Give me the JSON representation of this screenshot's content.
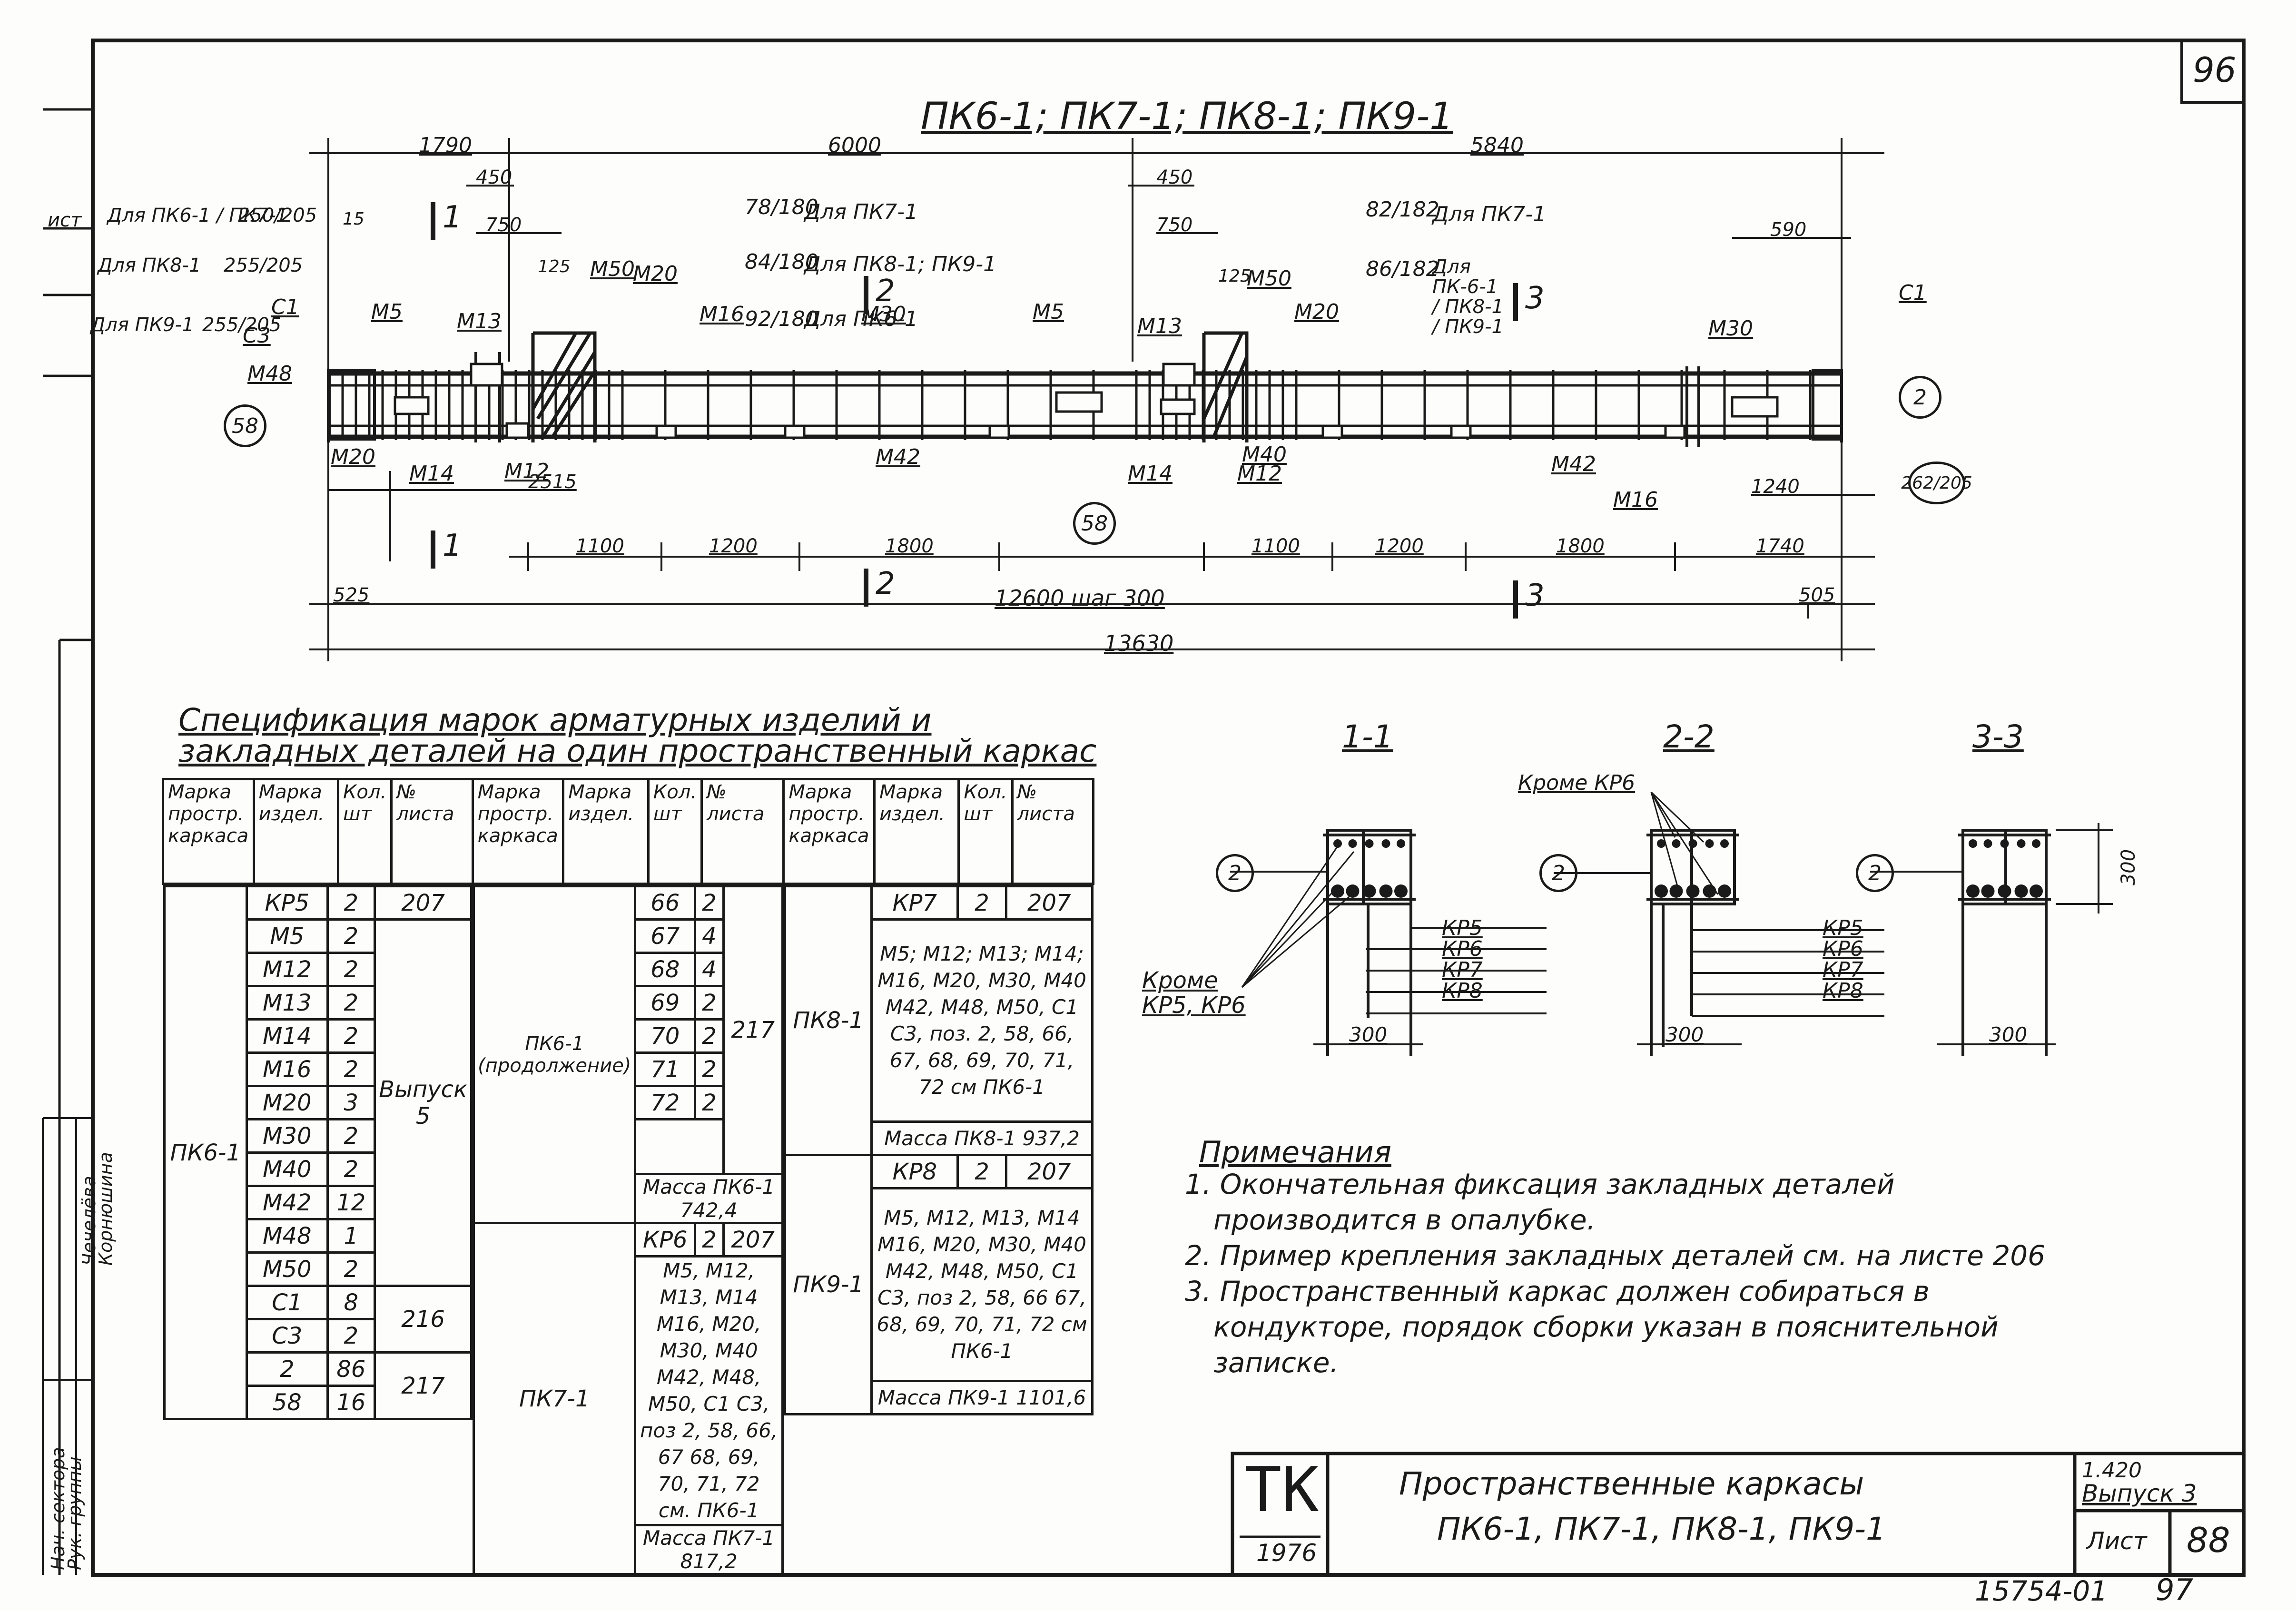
{
  "sheet": {
    "corner_number": "96",
    "drawing_title": "ПК6-1; ПК7-1; ПК8-1; ПК9-1",
    "doc_number": "15754-01",
    "page_number_bottom": "97"
  },
  "elevation": {
    "dim_top": [
      "1790",
      "6000",
      "5840"
    ],
    "dim_small": [
      "450",
      "750",
      "450",
      "750",
      "590",
      "15",
      "125",
      "125"
    ],
    "dim_bottom_left": [
      "2515",
      "1100",
      "1200",
      "1800"
    ],
    "dim_bottom_right": [
      "1240",
      "1100",
      "1200",
      "1800",
      "1740"
    ],
    "dim_overall": [
      "525",
      "12600 шаг 300",
      "505"
    ],
    "dim_total": "13630",
    "callouts_left": [
      {
        "text": "Для ПК6-1 / ПК7-1",
        "value": "250/205"
      },
      {
        "text": "Для ПК8-1",
        "value": "255/205"
      },
      {
        "text": "Для ПК9-1",
        "value": "255/205"
      }
    ],
    "callouts_mid": [
      {
        "value": "78/180",
        "text": "Для ПК7-1"
      },
      {
        "value": "84/180",
        "text": "Для ПК8-1; ПК9-1"
      },
      {
        "value": "92/180",
        "text": "Для ПК6-1"
      }
    ],
    "callouts_right": [
      {
        "value": "82/182",
        "text": "Для ПК7-1"
      },
      {
        "value": "86/182",
        "text": "Для ПК-6-1 / ПК8-1 / ПК9-1"
      }
    ],
    "mark_labels": [
      "М5",
      "М13",
      "М50",
      "М20",
      "М16",
      "М30",
      "М5",
      "М13",
      "М50",
      "М20",
      "М30",
      "С1",
      "С1",
      "С3",
      "М48",
      "М20",
      "М14",
      "М12",
      "М42",
      "М14",
      "М12",
      "М40",
      "М42",
      "М16"
    ],
    "circle_marks": [
      "58",
      "58",
      "2",
      "262/205"
    ],
    "section_marks": [
      "1",
      "1",
      "2",
      "2",
      "3",
      "3"
    ]
  },
  "spec": {
    "title_line1": "Спецификация марок арматурных изделий и",
    "title_line2": "закладных деталей на один пространственный каркас",
    "headers": [
      "Марка простр. каркаса",
      "Марка издел.",
      "Кол. шт",
      "№ листа"
    ],
    "col1": {
      "frame": "ПК6-1",
      "rows": [
        [
          "КР5",
          "2",
          "207"
        ],
        [
          "М5",
          "2",
          ""
        ],
        [
          "М12",
          "2",
          ""
        ],
        [
          "М13",
          "2",
          ""
        ],
        [
          "М14",
          "2",
          ""
        ],
        [
          "М16",
          "2",
          "Выпуск 5"
        ],
        [
          "М20",
          "3",
          ""
        ],
        [
          "М30",
          "2",
          ""
        ],
        [
          "М40",
          "2",
          ""
        ],
        [
          "М42",
          "12",
          ""
        ],
        [
          "М48",
          "1",
          ""
        ],
        [
          "М50",
          "2",
          ""
        ],
        [
          "С1",
          "8",
          "216"
        ],
        [
          "С3",
          "2",
          ""
        ],
        [
          "2",
          "86",
          "217"
        ],
        [
          "58",
          "16",
          ""
        ]
      ]
    },
    "col2": {
      "frame_top": "ПК6-1 (продолжение)",
      "rows_top": [
        [
          "66",
          "2"
        ],
        [
          "67",
          "4"
        ],
        [
          "68",
          "4"
        ],
        [
          "69",
          "2"
        ],
        [
          "70",
          "2"
        ],
        [
          "71",
          "2"
        ],
        [
          "72",
          "2"
        ]
      ],
      "sheet_top": "217",
      "mass_pk6": "Масса ПК6-1 742,4",
      "frame_pk7": "ПК7-1",
      "kp_row": [
        "КР6",
        "2",
        "207"
      ],
      "pk7_text": "М5, М12, М13, М14 М16, М20, М30, М40 М42, М48, М50, С1 С3, поз 2, 58, 66, 67 68, 69, 70, 71, 72 см. ПК6-1",
      "mass_pk7": "Масса ПК7-1 817,2"
    },
    "col3": {
      "frame_pk8": "ПК8-1",
      "kp_row8": [
        "КР7",
        "2",
        "207"
      ],
      "pk8_text": "М5; М12; М13; М14; М16, М20, М30, М40 М42, М48, М50, С1 С3, поз. 2, 58, 66, 67, 68, 69, 70, 71, 72 см ПК6-1",
      "mass_pk8": "Масса ПК8-1 937,2",
      "frame_pk9": "ПК9-1",
      "kp_row9": [
        "КР8",
        "2",
        "207"
      ],
      "pk9_text": "М5, М12, М13, М14 М16, М20, М30, М40 М42, М48, М50, С1 С3, поз 2, 58, 66 67, 68, 69, 70, 71, 72 см ПК6-1",
      "mass_pk9": "Масса ПК9-1 1101,6"
    }
  },
  "sections": {
    "titles": [
      "1-1",
      "2-2",
      "3-3"
    ],
    "note_except_22": "Кроме КР6",
    "note_except_11": "Кроме КР5, КР6",
    "circle_mark": "2",
    "kr_labels": [
      "КР5",
      "КР6",
      "КР7",
      "КР8"
    ],
    "dim_300": "300"
  },
  "notes": {
    "heading": "Примечания",
    "lines": [
      "1. Окончательная фиксация закладных деталей",
      "производится в опалубке.",
      "2. Пример крепления закладных деталей см. на листе 206",
      "3. Пространственный каркас должен собираться в",
      "кондукторе, порядок сборки указан в пояснительной",
      "записке."
    ]
  },
  "title_block": {
    "logo": "ТК",
    "year": "1976",
    "name_line1": "Пространственные каркасы",
    "name_line2": "ПК6-1, ПК7-1, ПК8-1, ПК9-1",
    "series": "1.420",
    "issue": "Выпуск 3",
    "sheet_label": "Лист",
    "sheet_no": "88"
  },
  "side_stamp": {
    "roles": [
      "Нач. сектора",
      "Рук. группы"
    ],
    "names": [
      "Чечелёва",
      "Корнюшина"
    ],
    "edge_text": "ист"
  }
}
